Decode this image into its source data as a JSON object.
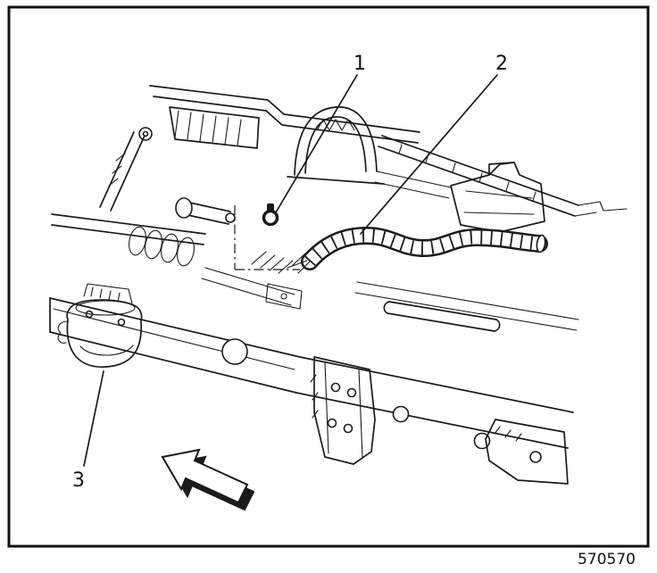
{
  "figure": {
    "number": "570570"
  },
  "callouts": [
    {
      "label": "1"
    },
    {
      "label": "2"
    },
    {
      "label": "3"
    }
  ],
  "colors": {
    "ink": "#1a1a1a",
    "paper": "#ffffff"
  },
  "icons": {
    "direction_arrow": "block-arrow-front-of-vehicle"
  }
}
